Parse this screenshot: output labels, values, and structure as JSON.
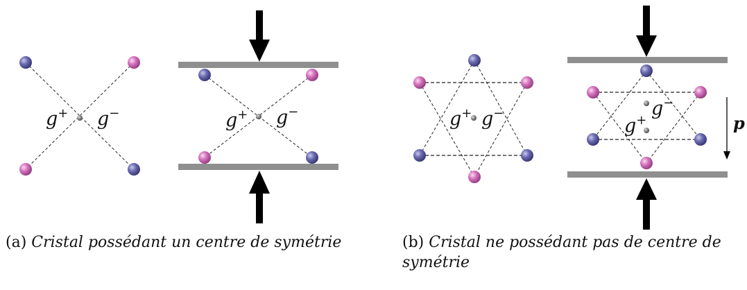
{
  "colors": {
    "blue_atom": "#5a5aa0",
    "pink_atom": "#d070b8",
    "plate": "#8f8f8f",
    "arrow": "#000000",
    "center": "#777777"
  },
  "labels": {
    "g_plus": "g",
    "g_minus": "g",
    "plus": "+",
    "minus": "−",
    "p": "p"
  },
  "captions": {
    "a_marker": "(a)",
    "a_text": "Cristal possédant un centre de symétrie",
    "b_marker": "(b)",
    "b_text_line1": "Cristal ne possédant pas de centre de",
    "b_text_line2": "symétrie"
  }
}
